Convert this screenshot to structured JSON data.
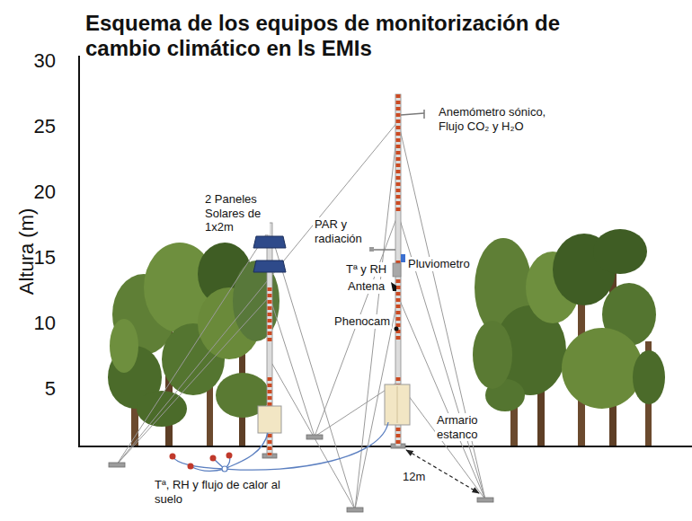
{
  "diagram": {
    "title": "Esquema de los equipos de monitorización de cambio climático en ls EMIs",
    "labels": [
      "30",
      "25",
      "20",
      "15",
      "10",
      "5",
      "Altura (m)",
      "2 Paneles Solares de 1x2m",
      "Anemómetro sónico, Flujo CO₂ y H₂O",
      "PAR y radiación",
      "Tª y RH",
      "Pluviometro",
      "Antena",
      "Phenocam",
      "Armario estanco",
      "12m",
      "Tª, RH y flujo de calor al suelo"
    ]
  }
}
